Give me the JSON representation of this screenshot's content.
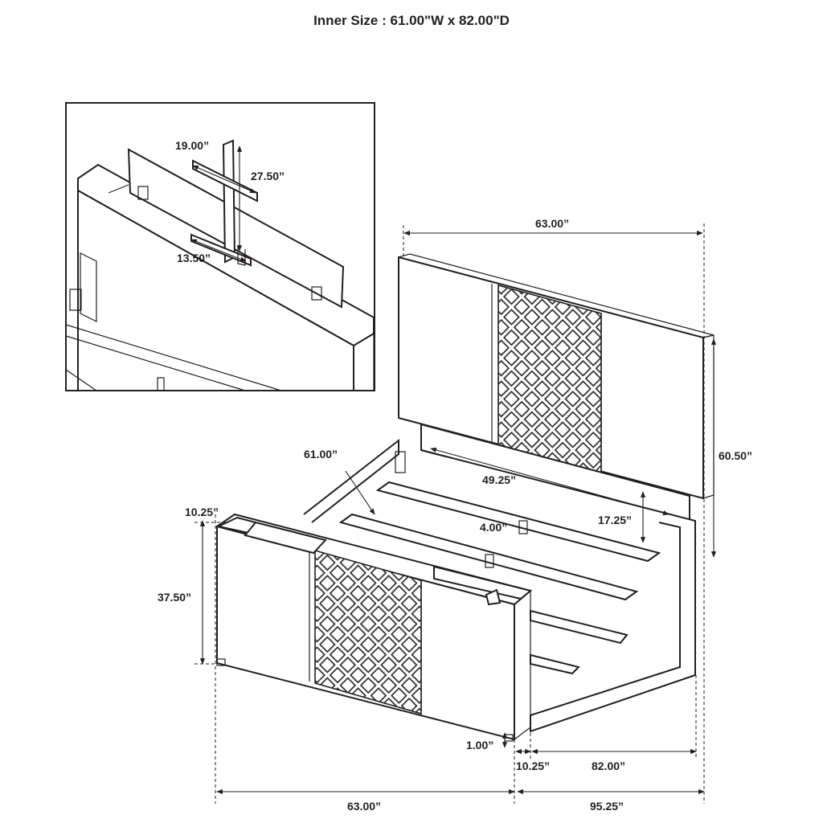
{
  "title": "Inner Size : 61.00\"W x 82.00\"D",
  "dimensions": {
    "inset_width": "19.00”",
    "inset_height": "27.50”",
    "inset_base": "13.50”",
    "overall_width_top": "63.00”",
    "headboard_height": "60.50”",
    "inner_width": "61.00”",
    "shelf_width": "49.25”",
    "rail_height": "17.25”",
    "slat": "4.00”",
    "footboard_depth": "10.25”",
    "footboard_height": "37.50”",
    "clearance": "1.00”",
    "footboard_depth_bottom": "10.25”",
    "inner_length": "82.00”",
    "overall_width_bottom": "63.00”",
    "overall_length": "95.25”"
  }
}
